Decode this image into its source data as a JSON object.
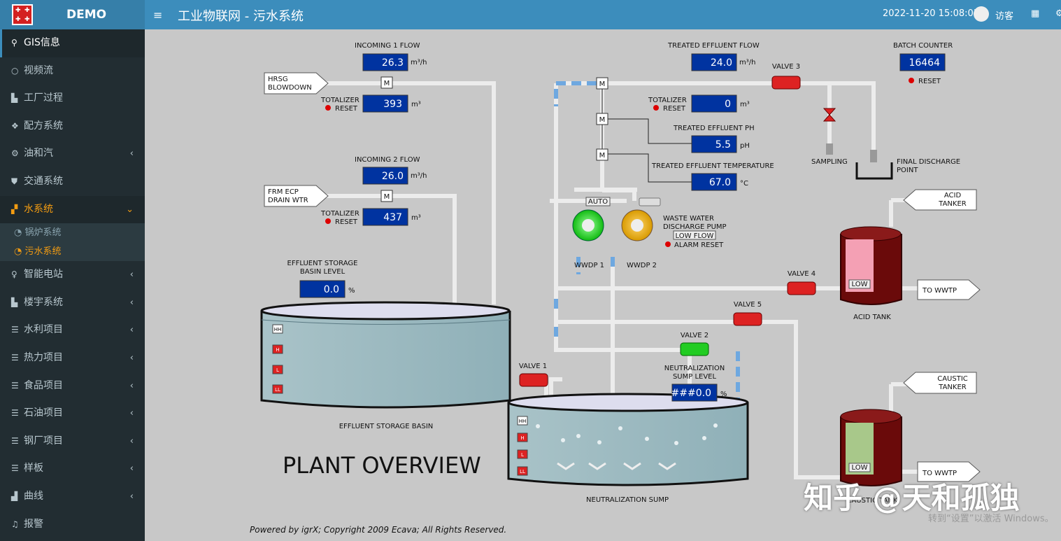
{
  "app": {
    "name": "DEMO",
    "title": "工业物联网 - 污水系统",
    "datetime": "2022-11-20 15:08:03",
    "user": "访客",
    "menu_icon": "≡",
    "icons": [
      "grid-icon",
      "gear-icon"
    ]
  },
  "sidebar": {
    "items": [
      {
        "label": "GIS信息",
        "icon": "map-marker-icon"
      },
      {
        "label": "视频流",
        "icon": "circle-icon"
      },
      {
        "label": "工厂过程",
        "icon": "bar-chart-icon"
      },
      {
        "label": "配方系统",
        "icon": "cubes-icon"
      },
      {
        "label": "油和汽",
        "icon": "cogs-icon"
      },
      {
        "label": "交通系统",
        "icon": "shield-icon"
      },
      {
        "label": "水系统",
        "icon": "map-icon"
      },
      {
        "label": "锅炉系统",
        "icon": "dashboard-icon"
      },
      {
        "label": "污水系统",
        "icon": "dashboard-icon"
      },
      {
        "label": "智能电站",
        "icon": "lightbulb-icon"
      },
      {
        "label": "楼宇系统",
        "icon": "bar-chart-icon"
      },
      {
        "label": "水利项目",
        "icon": "sliders-icon"
      },
      {
        "label": "热力项目",
        "icon": "sliders-icon"
      },
      {
        "label": "食品项目",
        "icon": "sliders-icon"
      },
      {
        "label": "石油项目",
        "icon": "sliders-icon"
      },
      {
        "label": "钢厂项目",
        "icon": "sliders-icon"
      },
      {
        "label": "样板",
        "icon": "sliders-icon"
      },
      {
        "label": "曲线",
        "icon": "line-chart-icon"
      },
      {
        "label": "报警",
        "icon": "bell-icon"
      }
    ]
  },
  "scada": {
    "in1": {
      "title": "INCOMING 1 FLOW",
      "value": "26.3",
      "unit": "m³/h",
      "tot": "393",
      "tot_unit": "m³"
    },
    "in2": {
      "title": "INCOMING 2 FLOW",
      "value": "26.0",
      "unit": "m³/h",
      "tot": "437",
      "tot_unit": "m³"
    },
    "totalizer": "TOTALIZER",
    "reset": "RESET",
    "m": "M",
    "hrsg": [
      "HRSG",
      "BLOWDOWN"
    ],
    "frm": [
      "FRM ECP",
      "DRAIN WTR"
    ],
    "esb_level": {
      "title": [
        "EFFLUENT STORAGE",
        "BASIN LEVEL"
      ],
      "value": "0.0",
      "unit": "%"
    },
    "esb": "EFFLUENT STORAGE BASIN",
    "treated": {
      "title": "TREATED EFFLUENT FLOW",
      "value": "24.0",
      "unit": "m³/h",
      "tot": "0",
      "tot_unit": "m³"
    },
    "ph": {
      "title": "TREATED EFFLUENT PH",
      "value": "5.5",
      "unit": "pH"
    },
    "temp": {
      "title": "TREATED EFFLUENT TEMPERATURE",
      "value": "67.0",
      "unit": "°C"
    },
    "batch": {
      "title": "BATCH COUNTER",
      "value": "16464"
    },
    "valve1": "VALVE 1",
    "valve2": "VALVE 2",
    "valve3": "VALVE 3",
    "valve4": "VALVE 4",
    "valve5": "VALVE 5",
    "sampling": "SAMPLING",
    "final": [
      "FINAL DISCHARGE",
      "POINT"
    ],
    "acid_tanker": [
      "ACID",
      "TANKER"
    ],
    "caustic_tanker": [
      "CAUSTIC",
      "TANKER"
    ],
    "to_wwtp": "TO WWTP",
    "acid_tank": "ACID TANK",
    "caustic_tank": "CAUSTIC TANK",
    "low": "LOW",
    "pump": {
      "title": [
        "WASTE WATER",
        "DISCHARGE PUMP"
      ],
      "auto": "AUTO",
      "low_flow": "LOW FLOW",
      "alarm_reset": "ALARM RESET",
      "p1": "WWDP 1",
      "p2": "WWDP 2"
    },
    "ns_level": {
      "title": [
        "NEUTRALIZATION",
        "SUMP LEVEL"
      ],
      "value": "###0.0",
      "unit": "%"
    },
    "ns": "NEUTRALIZATION SUMP",
    "hh": "HH",
    "h": "H",
    "l": "L",
    "ll": "LL",
    "plant": "PLANT OVERVIEW",
    "copyright": "Powered by igrX; Copyright 2009 Ecava; All Rights Reserved."
  },
  "overlay": {
    "watermark": "知乎 @天和孤独",
    "activate": "转到“设置”以激活 Windows。"
  }
}
